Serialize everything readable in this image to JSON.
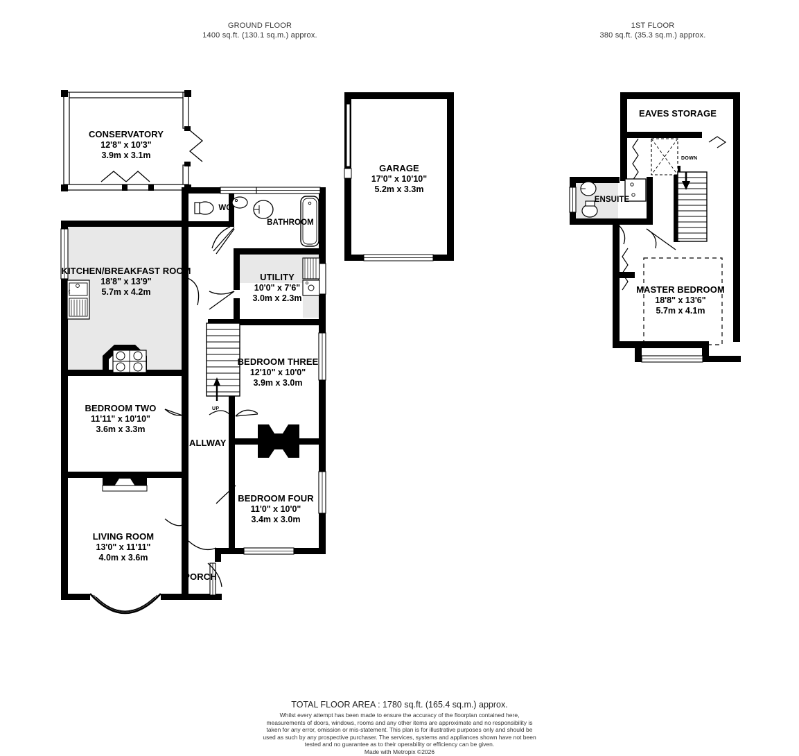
{
  "floors": [
    {
      "id": "ground",
      "title": "GROUND FLOOR",
      "area": "1400 sq.ft. (130.1 sq.m.) approx."
    },
    {
      "id": "first",
      "title": "1ST FLOOR",
      "area": "380 sq.ft. (35.3 sq.m.) approx."
    }
  ],
  "rooms": {
    "conservatory": {
      "name": "CONSERVATORY",
      "imperial": "12'8\"  x 10'3\"",
      "metric": "3.9m  x 3.1m"
    },
    "kitchen": {
      "name": "KITCHEN/BREAKFAST ROOM",
      "imperial": "18'8\"  x 13'9\"",
      "metric": "5.7m  x 4.2m"
    },
    "wc": {
      "name": "WC",
      "imperial": "",
      "metric": ""
    },
    "bathroom": {
      "name": "BATHROOM",
      "imperial": "",
      "metric": ""
    },
    "utility": {
      "name": "UTILITY",
      "imperial": "10'0\"  x 7'6\"",
      "metric": "3.0m  x 2.3m"
    },
    "garage": {
      "name": "GARAGE",
      "imperial": "17'0\"  x 10'10\"",
      "metric": "5.2m  x 3.3m"
    },
    "bedroom_three": {
      "name": "BEDROOM THREE",
      "imperial": "12'10\"  x 10'0\"",
      "metric": "3.9m  x 3.0m"
    },
    "bedroom_two": {
      "name": "BEDROOM TWO",
      "imperial": "11'11\"  x 10'10\"",
      "metric": "3.6m  x 3.3m"
    },
    "bedroom_four": {
      "name": "BEDROOM FOUR",
      "imperial": "11'0\"  x 10'0\"",
      "metric": "3.4m  x 3.0m"
    },
    "living_room": {
      "name": "LIVING ROOM",
      "imperial": "13'0\"  x 11'11\"",
      "metric": "4.0m  x 3.6m"
    },
    "hallway": {
      "name": "HALLWAY",
      "imperial": "",
      "metric": ""
    },
    "porch": {
      "name": "PORCH",
      "imperial": "",
      "metric": ""
    },
    "eaves_storage": {
      "name": "EAVES STORAGE",
      "imperial": "",
      "metric": ""
    },
    "ensuite": {
      "name": "ENSUITE",
      "imperial": "",
      "metric": ""
    },
    "master_bedroom": {
      "name": "MASTER BEDROOM",
      "imperial": "18'8\"  x 13'6\"",
      "metric": "5.7m  x 4.1m"
    }
  },
  "stair_markers": {
    "up": "UP",
    "down": "DOWN"
  },
  "footer": {
    "total_area": "TOTAL FLOOR AREA : 1780 sq.ft. (165.4 sq.m.) approx.",
    "disclaimer": "Whilst every attempt has been made to ensure the accuracy of the floorplan contained here, measurements of doors, windows, rooms and any other items are approximate and no responsibility is taken for any error, omission or mis-statement. This plan is for illustrative purposes only and should be used as such by any prospective purchaser. The services, systems and appliances shown have not been tested and no guarantee as to their operability or efficiency can be given.",
    "made_with": "Made with Metropix ©2026"
  },
  "colors": {
    "wall": "#000000",
    "background": "#ffffff",
    "floor_tint": "#e8e8e8",
    "text": "#000000",
    "header_text": "#333333"
  }
}
